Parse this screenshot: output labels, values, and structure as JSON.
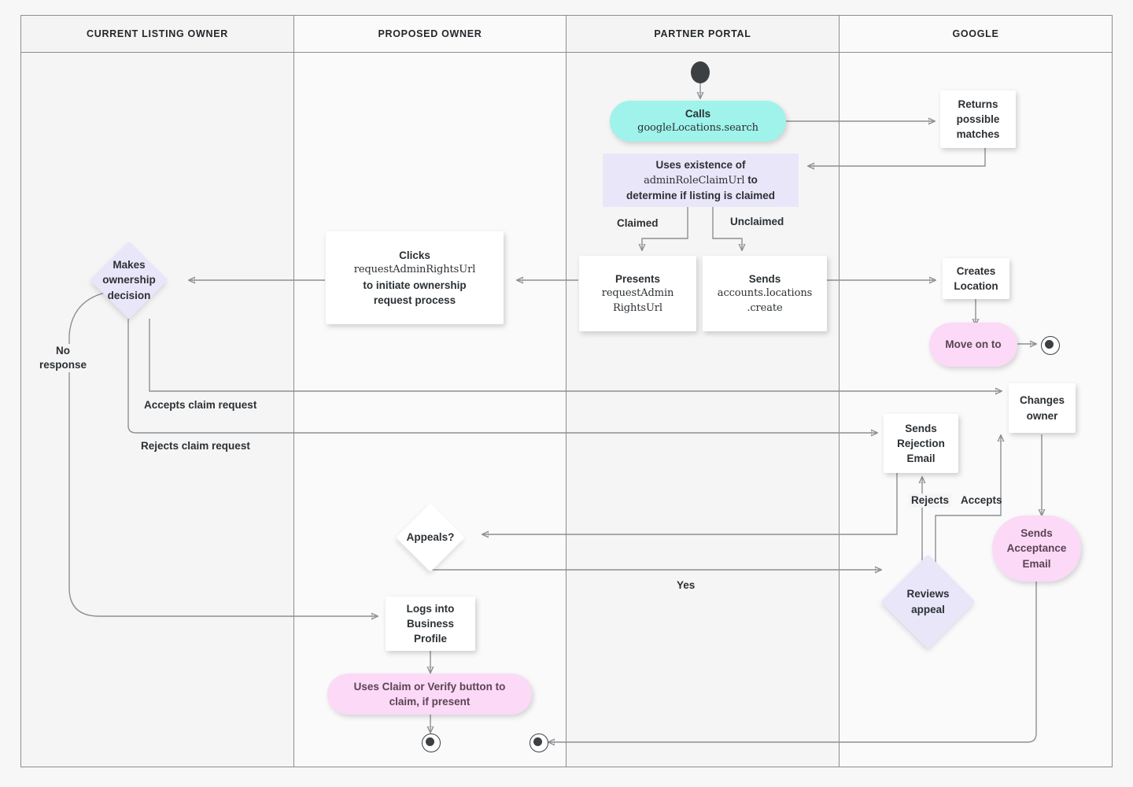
{
  "diagram": {
    "type": "swimlane-flowchart",
    "title": "Google Business Profile listing ownership transfer flow",
    "colors": {
      "cyan": "#9ff3ea",
      "pink": "#fbd9f7",
      "lavender": "#eae6fa",
      "white": "#ffffff",
      "lane_border": "#8a8d91",
      "edge": "#8c9094",
      "text": "#2b3034",
      "background": "#f7f7f7"
    }
  },
  "lanes": [
    {
      "id": "current-listing-owner",
      "label": "CURRENT LISTING OWNER"
    },
    {
      "id": "proposed-owner",
      "label": "PROPOSED OWNER"
    },
    {
      "id": "partner-portal",
      "label": "PARTNER PORTAL"
    },
    {
      "id": "google",
      "label": "GOOGLE"
    }
  ],
  "nodes": {
    "start": {
      "shape": "start-terminal",
      "lane": "partner-portal",
      "label": ""
    },
    "calls_search": {
      "shape": "pill",
      "lane": "partner-portal",
      "fill": "cyan",
      "line1": "Calls",
      "line2": "googleLocations.search"
    },
    "returns_matches": {
      "shape": "box",
      "lane": "google",
      "fill": "white",
      "label": "Returns possible matches"
    },
    "uses_existence": {
      "shape": "rect",
      "lane": "partner-portal",
      "fill": "lavender",
      "line1": "Uses existence of",
      "line2_code": "adminRoleClaimUrl",
      "line2_tail": " to",
      "line3": "determine if listing is claimed"
    },
    "presents_url": {
      "shape": "box",
      "lane": "partner-portal",
      "fill": "white",
      "line1": "Presents",
      "line2": "requestAdmin",
      "line3": "RightsUrl"
    },
    "sends_create": {
      "shape": "box",
      "lane": "partner-portal",
      "fill": "white",
      "line1": "Sends",
      "line2": "accounts.locations",
      "line3": ".create"
    },
    "creates_location": {
      "shape": "box",
      "lane": "google",
      "fill": "white",
      "label": "Creates Location"
    },
    "move_on_to": {
      "shape": "pill",
      "lane": "google",
      "fill": "pink",
      "label": "Move on to"
    },
    "end_google": {
      "shape": "end-terminal",
      "lane": "google",
      "label": ""
    },
    "clicks_request": {
      "shape": "box",
      "lane": "proposed-owner",
      "fill": "white",
      "line1": "Clicks",
      "line2": "requestAdminRightsUrl",
      "line3": "to initiate ownership",
      "line4": "request process"
    },
    "makes_decision": {
      "shape": "diamond",
      "lane": "current-listing-owner",
      "fill": "lavender",
      "label": "Makes ownership decision"
    },
    "changes_owner": {
      "shape": "box",
      "lane": "google",
      "fill": "white",
      "label": "Changes owner"
    },
    "sends_rejection": {
      "shape": "box",
      "lane": "google",
      "fill": "white",
      "label": "Sends Rejection Email"
    },
    "sends_acceptance": {
      "shape": "pill",
      "lane": "google",
      "fill": "pink",
      "label": "Sends Acceptance Email"
    },
    "appeals": {
      "shape": "diamond",
      "lane": "proposed-owner",
      "fill": "white",
      "label": "Appeals?"
    },
    "reviews_appeal": {
      "shape": "diamond",
      "lane": "google",
      "fill": "lavender",
      "label": "Reviews appeal"
    },
    "logs_into": {
      "shape": "box",
      "lane": "proposed-owner",
      "fill": "white",
      "label": "Logs into Business Profile"
    },
    "uses_claim": {
      "shape": "pill",
      "lane": "proposed-owner",
      "fill": "pink",
      "line1": "Uses Claim or Verify button to",
      "line2": "claim, if present"
    },
    "end_proposed": {
      "shape": "end-terminal",
      "lane": "proposed-owner",
      "label": ""
    },
    "end_proposed_2": {
      "shape": "end-terminal",
      "lane": "proposed-owner",
      "label": ""
    }
  },
  "edge_labels": {
    "claimed": "Claimed",
    "unclaimed": "Unclaimed",
    "no_response_l1": "No",
    "no_response_l2": "response",
    "accepts_claim": "Accepts claim request",
    "rejects_claim": "Rejects claim request",
    "rejects": "Rejects",
    "accepts": "Accepts",
    "yes": "Yes"
  }
}
